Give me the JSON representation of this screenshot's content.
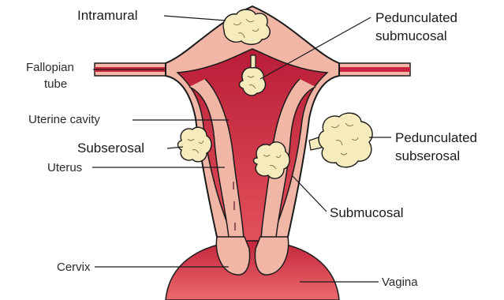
{
  "labels": {
    "intramural": "Intramural",
    "pedunculated_submucosal_1": "Pedunculated",
    "pedunculated_submucosal_2": "submucosal",
    "fallopian_1": "Fallopian",
    "fallopian_2": "tube",
    "uterine_cavity": "Uterine cavity",
    "subserosal": "Subserosal",
    "pedunculated_subserosal_1": "Pedunculated",
    "pedunculated_subserosal_2": "subserosal",
    "uterus": "Uterus",
    "submucosal": "Submucosal",
    "cervix": "Cervix",
    "vagina": "Vagina"
  },
  "colors": {
    "wall": "#f2b6a7",
    "cavity": "#c8253f",
    "fibroid": "#f6ebbd",
    "outline": "#1a1a1a"
  }
}
